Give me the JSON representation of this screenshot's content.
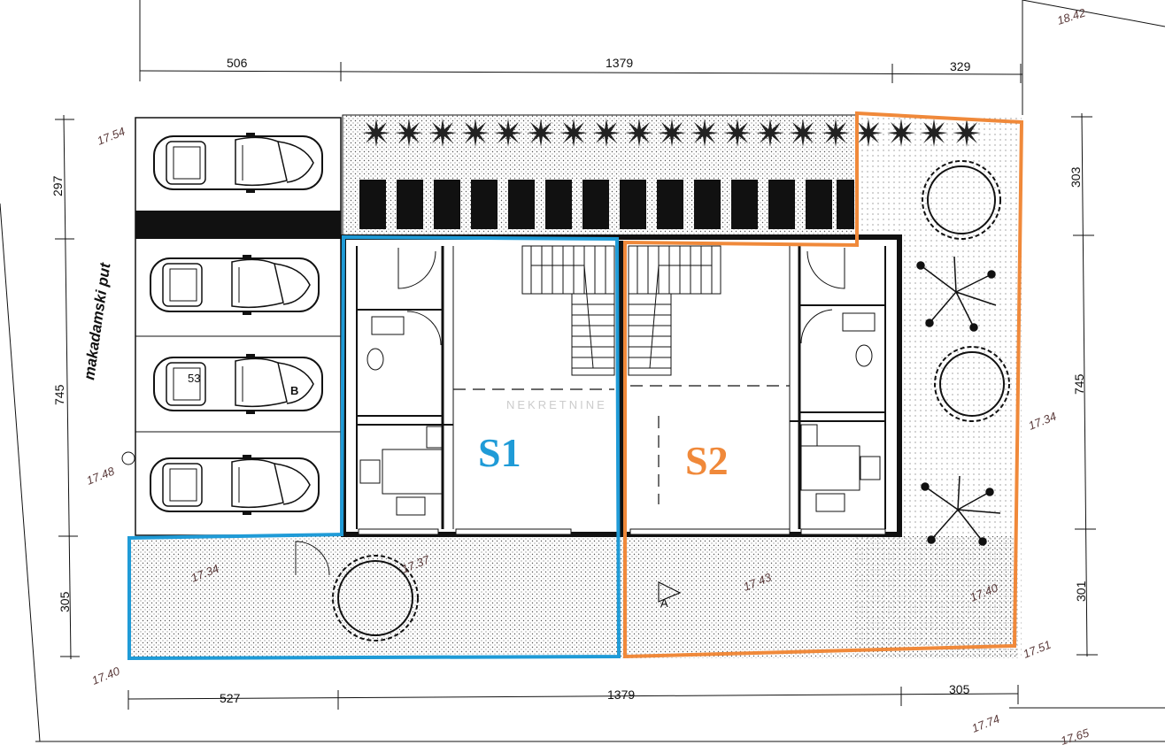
{
  "road_label": "makadamski put",
  "units": [
    {
      "label": "S1",
      "color": "#1f9bd7"
    },
    {
      "label": "S2",
      "color": "#f0893a"
    }
  ],
  "dimensions": {
    "top_left": "506",
    "top_mid": "1379",
    "top_right": "329",
    "bottom_left": "527",
    "bottom_mid": "1379",
    "bottom_right": "305",
    "left_top": "297",
    "left_mid": "745",
    "left_bottom": "305",
    "right_top": "303",
    "right_mid": "745",
    "right_bottom": "301"
  },
  "elevations": {
    "e1": "18.42",
    "e2": "17.54",
    "e3": "17.48",
    "e4": "17.40",
    "e5": "17.34",
    "e6": "17.37",
    "e7": "17.43",
    "e8": "17.40",
    "e9": "17.34",
    "e10": "17.51",
    "e11": "17.74",
    "e12": "17.65"
  },
  "parking_labels": {
    "p53": "53",
    "pB": "B"
  },
  "marker_a": "A",
  "watermark": "NEKRETNINE",
  "colors": {
    "s1": "#1f9bd7",
    "s2": "#f0893a",
    "ink": "#111111"
  }
}
